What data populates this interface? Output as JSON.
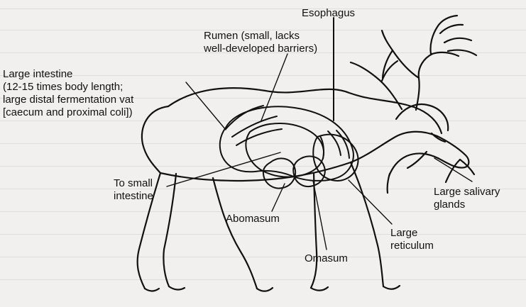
{
  "labels": {
    "esophagus": "Esophagus",
    "rumen": "Rumen (small, lacks\nwell-developed barriers)",
    "large_intestine": "Large intestine\n(12-15 times body length;\nlarge distal fermentation vat\n[caecum and proximal coli])",
    "to_small_intestine": "To small\nintestine",
    "abomasum": "Abomasum",
    "omasum": "Omasum",
    "large_reticulum": "Large\nreticulum",
    "large_salivary_glands": "Large salivary\nglands"
  },
  "icons": {
    "moose": "moose-illustration"
  }
}
